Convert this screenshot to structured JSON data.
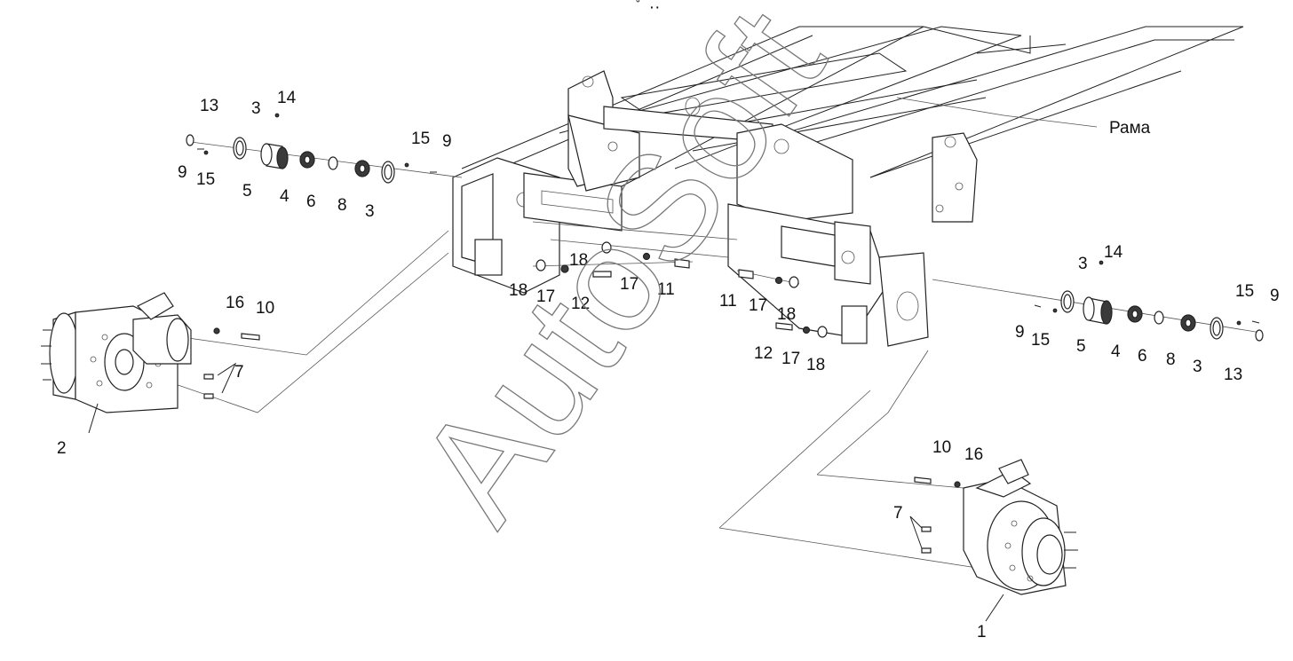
{
  "frame_label": "Рама",
  "watermark": "AutoSoft",
  "top_mark": "ﾟ ·· ",
  "callouts": {
    "left_group": [
      "13",
      "3",
      "14",
      "9",
      "15",
      "5",
      "4",
      "6",
      "8",
      "3",
      "15",
      "9"
    ],
    "center_left": [
      "18",
      "18",
      "17",
      "12",
      "17",
      "11"
    ],
    "center_right": [
      "11",
      "17",
      "18",
      "12",
      "17",
      "18"
    ],
    "right_group": [
      "3",
      "14",
      "15",
      "9",
      "9",
      "15",
      "5",
      "4",
      "6",
      "8",
      "3",
      "13"
    ],
    "hub_left": [
      "16",
      "10",
      "7",
      "2"
    ],
    "hub_right": [
      "10",
      "16",
      "7",
      "1"
    ]
  }
}
